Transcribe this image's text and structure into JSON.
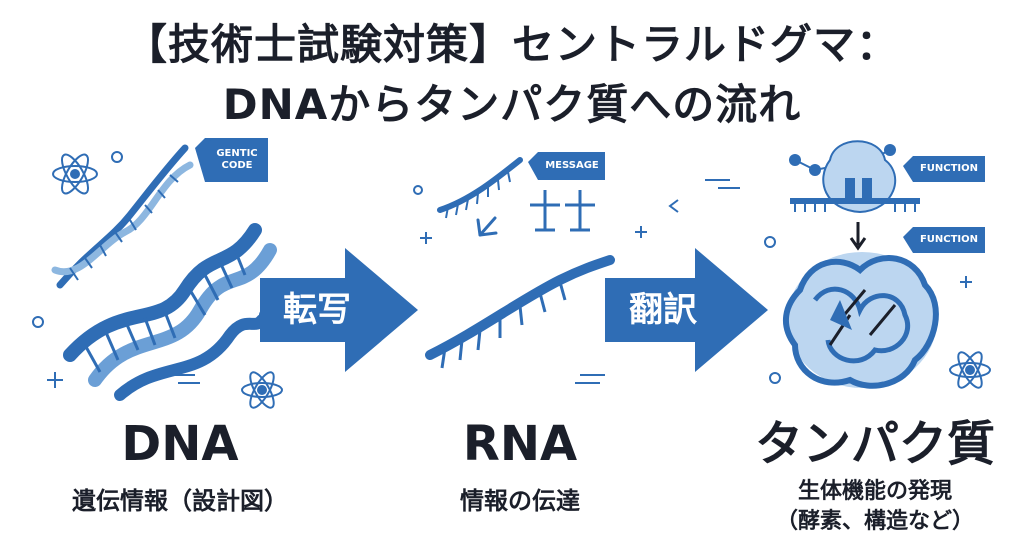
{
  "title": {
    "line1": "【技術士試験対策】セントラルドグマ：",
    "line2": "DNAからタンパク質への流れ"
  },
  "stages": [
    {
      "name": "DNA",
      "description": "遺伝情報（設計図）",
      "tags": [
        "GENTIC CODE"
      ]
    },
    {
      "name": "RNA",
      "description": "情報の伝達",
      "tags": [
        "MESSAGE"
      ]
    },
    {
      "name": "タンパク質",
      "description_line1": "生体機能の発現",
      "description_line2": "（酵素、構造など）",
      "tags": [
        "FUNCTION",
        "FUNCTION"
      ]
    }
  ],
  "arrows": [
    {
      "label": "転写"
    },
    {
      "label": "翻訳"
    }
  ],
  "colors": {
    "primary": "#2f6db5",
    "light": "#bcd6f0",
    "dark": "#1b1f2a"
  }
}
